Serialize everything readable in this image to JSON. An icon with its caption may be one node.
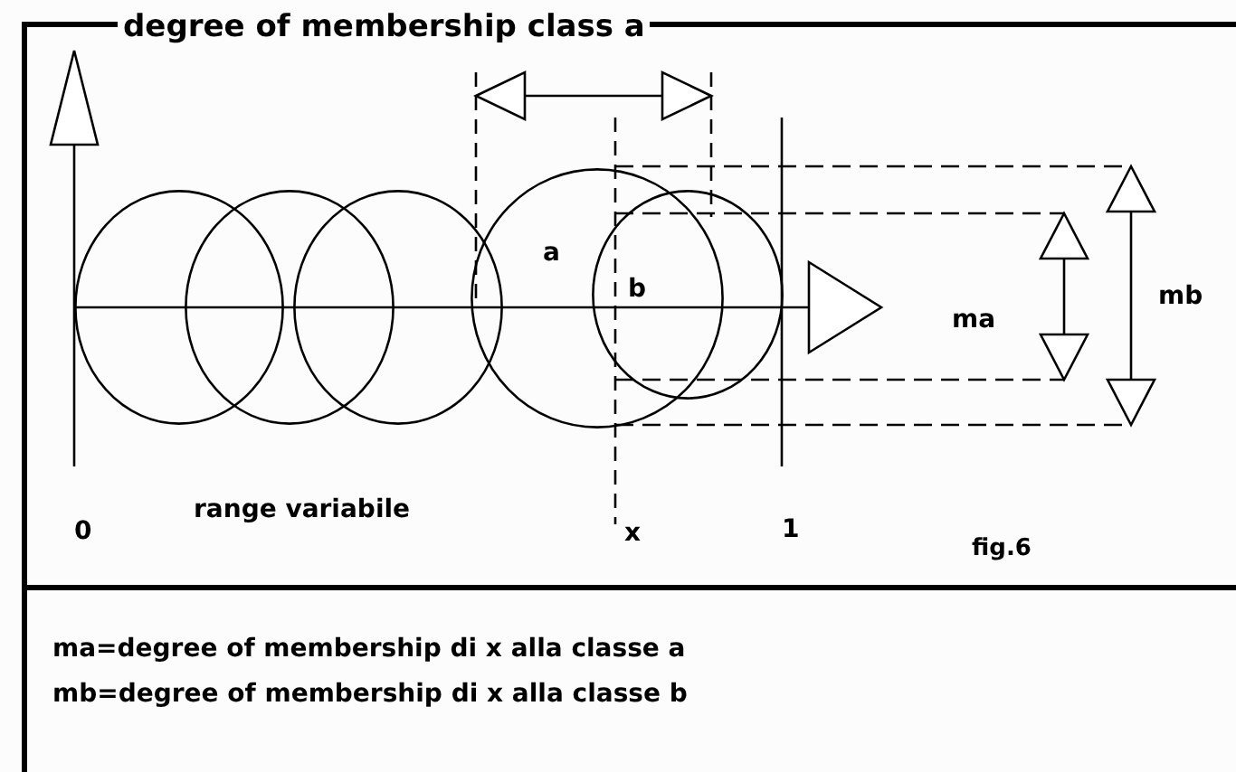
{
  "diagram": {
    "nodes": [
      {
        "text": [],
        "shape": "circle"
      },
      {
        "text": [],
        "shape": "circle"
      },
      {
        "text": [],
        "shape": "circle"
      },
      {
        "text": [
          "a"
        ]
      },
      {
        "text": [
          "b"
        ]
      }
    ],
    "labels": [
      "degree of membership class a",
      "ma",
      "mb",
      "0",
      "range variabile",
      "x",
      "1",
      "fig.6",
      "ma=degree of membership di x alla classe a",
      "mb=degree of membership di x alla classe b"
    ]
  }
}
